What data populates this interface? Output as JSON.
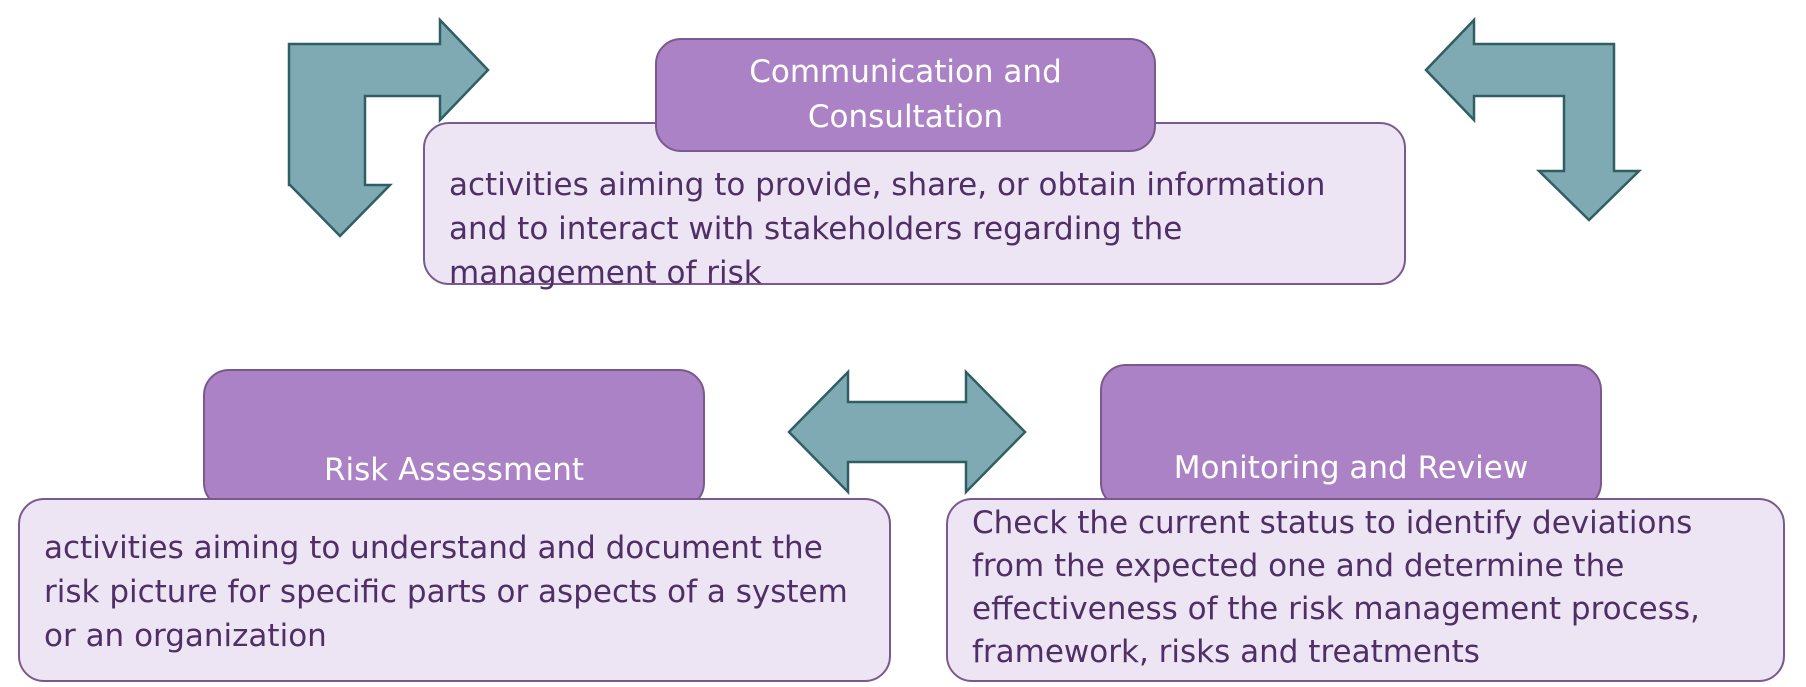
{
  "boxes": {
    "communication": {
      "title": "Communication and Consultation",
      "text": "activities aiming to provide, share, or obtain information and to interact with stakeholders regarding the management of risk"
    },
    "assessment": {
      "title": "Risk Assessment",
      "text": "activities aiming to understand and document the risk picture for specific parts or aspects of a system or an organization"
    },
    "monitoring": {
      "title": "Monitoring and Review",
      "text": "Check the current status to identify deviations from the expected one and determine the effectiveness of the risk management process, framework, risks and treatments"
    }
  },
  "colors": {
    "header_fill": "#ab82c5",
    "body_fill": "#ede5f3",
    "border": "#7a5a8e",
    "body_text": "#4f2f66",
    "arrow_fill": "#80aab3",
    "arrow_stroke": "#2f5f63"
  },
  "arrows": [
    "bent-arrow-top-left",
    "bent-arrow-top-right",
    "double-arrow-middle"
  ]
}
